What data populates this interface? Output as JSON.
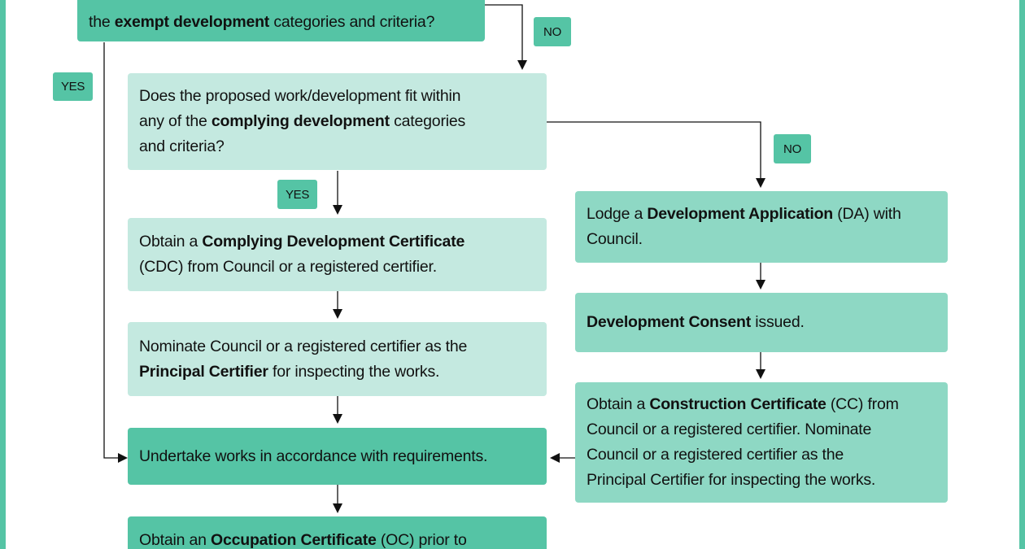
{
  "colors": {
    "dark": "#55c4a5",
    "mid": "#8ed8c4",
    "light": "#c4e9e0",
    "border": "#55c4a5"
  },
  "tags": {
    "yes_left": "YES",
    "no_top": "NO",
    "yes_middle": "YES",
    "no_right": "NO"
  },
  "steps": {
    "exempt_question": {
      "line1": "",
      "line2": [
        {
          "t": "the "
        },
        {
          "t": "exempt development",
          "b": true
        },
        {
          "t": " categories and criteria?"
        }
      ]
    },
    "complying_question": [
      [
        {
          "t": "Does the proposed work/development fit within"
        }
      ],
      [
        {
          "t": "any of the "
        },
        {
          "t": "complying development",
          "b": true
        },
        {
          "t": " categories"
        }
      ],
      [
        {
          "t": "and criteria?"
        }
      ]
    ],
    "cdc": [
      [
        {
          "t": "Obtain a "
        },
        {
          "t": "Complying Development Certificate",
          "b": true
        }
      ],
      [
        {
          "t": "(CDC) from Council or a registered certifier."
        }
      ]
    ],
    "principal_certifier": [
      [
        {
          "t": "Nominate Council or a registered certifier as the"
        }
      ],
      [
        {
          "t": "Principal Certifier",
          "b": true
        },
        {
          "t": " for inspecting the works."
        }
      ]
    ],
    "undertake_works": [
      [
        {
          "t": "Undertake works in accordance with requirements."
        }
      ]
    ],
    "occupation_certificate": [
      [
        {
          "t": "Obtain an "
        },
        {
          "t": "Occupation Certificate",
          "b": true
        },
        {
          "t": " (OC) prior to"
        }
      ]
    ],
    "development_application": [
      [
        {
          "t": "Lodge a "
        },
        {
          "t": "Development Application",
          "b": true
        },
        {
          "t": " (DA) with"
        }
      ],
      [
        {
          "t": "Council."
        }
      ]
    ],
    "development_consent": [
      [
        {
          "t": "Development Consent",
          "b": true
        },
        {
          "t": " issued."
        }
      ]
    ],
    "construction_certificate": [
      [
        {
          "t": "Obtain a "
        },
        {
          "t": "Construction Certificate",
          "b": true
        },
        {
          "t": " (CC) from"
        }
      ],
      [
        {
          "t": "Council or a registered certifier. Nominate"
        }
      ],
      [
        {
          "t": "Council or a registered certifier as the"
        }
      ],
      [
        {
          "t": "Principal Certifier for inspecting the works."
        }
      ]
    ]
  }
}
